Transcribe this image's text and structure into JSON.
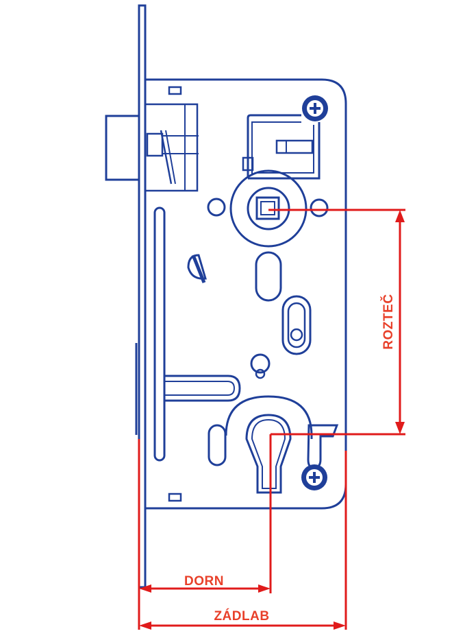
{
  "colors": {
    "outline": "#1f3f99",
    "dimension": "#e01b1b",
    "label": "#e8402a"
  },
  "labels": {
    "rozetec": "ROZTEČ",
    "dorn": "DORN",
    "zadlab": "ZÁDLAB"
  },
  "icons": {
    "screw_top": "phillips-screw-icon",
    "screw_bottom": "phillips-screw-icon"
  }
}
